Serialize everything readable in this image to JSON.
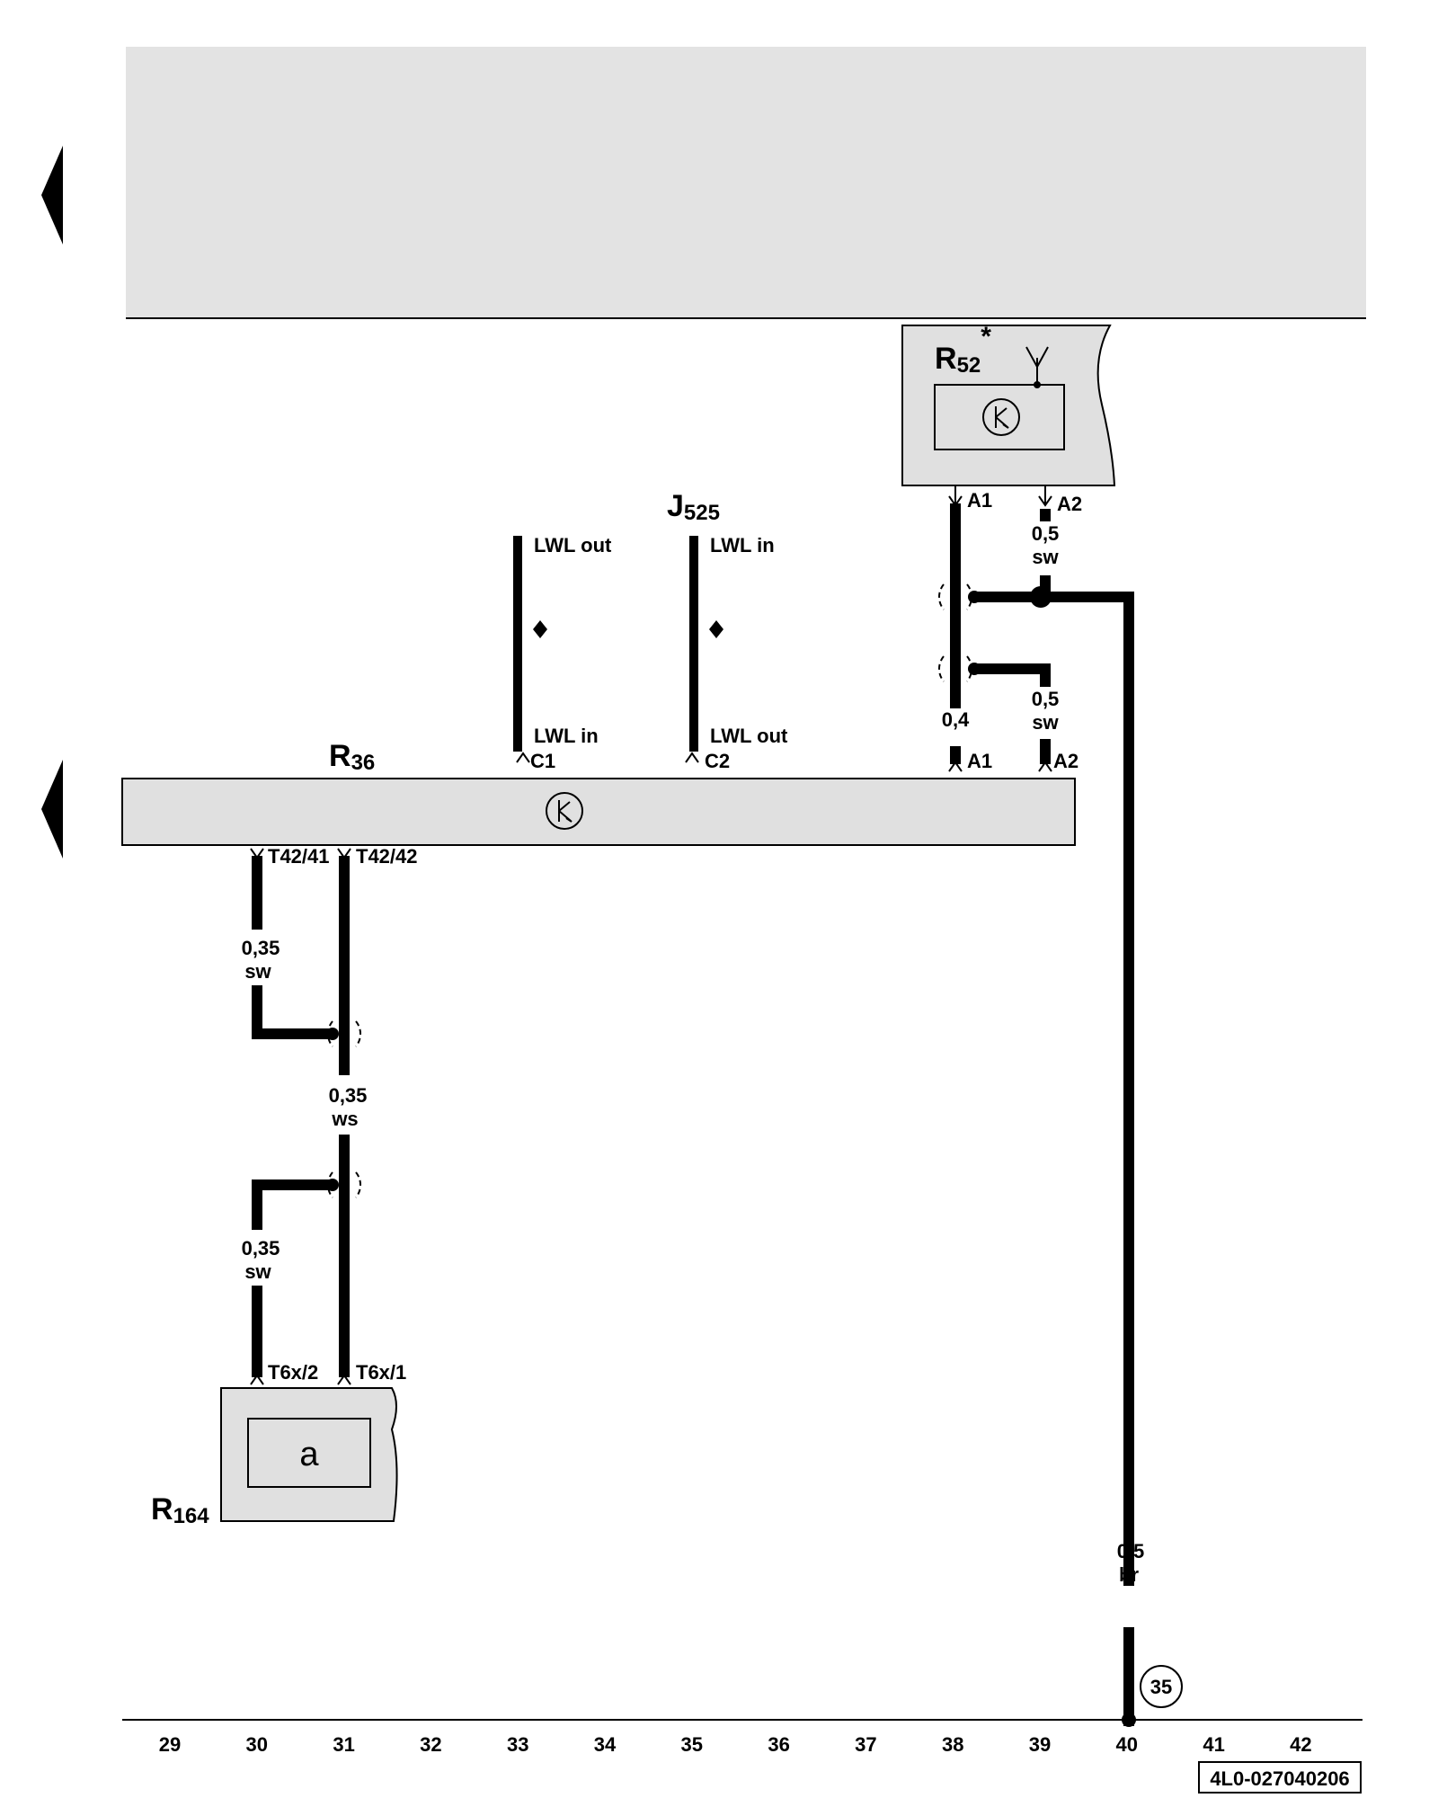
{
  "components": {
    "r52": {
      "code": "R",
      "sub": "52",
      "mark": "*"
    },
    "j525": {
      "code": "J",
      "sub": "525"
    },
    "r36": {
      "code": "R",
      "sub": "36"
    },
    "r164": {
      "code": "R",
      "sub": "164",
      "symbol": "a"
    }
  },
  "lwl": {
    "left_top": "LWL out",
    "left_bottom": "LWL in",
    "right_top": "LWL in",
    "right_bottom": "LWL out"
  },
  "pins": {
    "r52_a1": "A1",
    "r52_a2": "A2",
    "r36_c1": "C1",
    "r36_c2": "C2",
    "r36_a1": "A1",
    "r36_a2": "A2",
    "r36_t42_41": "T42/41",
    "r36_t42_42": "T42/42",
    "r164_t6x_2": "T6x/2",
    "r164_t6x_1": "T6x/1"
  },
  "wires": {
    "a2_upper": {
      "size": "0,5",
      "color": "sw"
    },
    "a2_lower": {
      "size": "0,5",
      "color": "sw"
    },
    "a1": {
      "size": "0,4"
    },
    "t42_41": {
      "size": "0,35",
      "color": "sw"
    },
    "t42_42": {
      "size": "0,35",
      "color": "ws"
    },
    "t6x_2": {
      "size": "0,35",
      "color": "sw"
    },
    "ground": {
      "size": "0,5",
      "color": "br"
    }
  },
  "ground_ref": "35",
  "axis_numbers": [
    "29",
    "30",
    "31",
    "32",
    "33",
    "34",
    "35",
    "36",
    "37",
    "38",
    "39",
    "40",
    "41",
    "42"
  ],
  "doc_number": "4L0-027040206"
}
